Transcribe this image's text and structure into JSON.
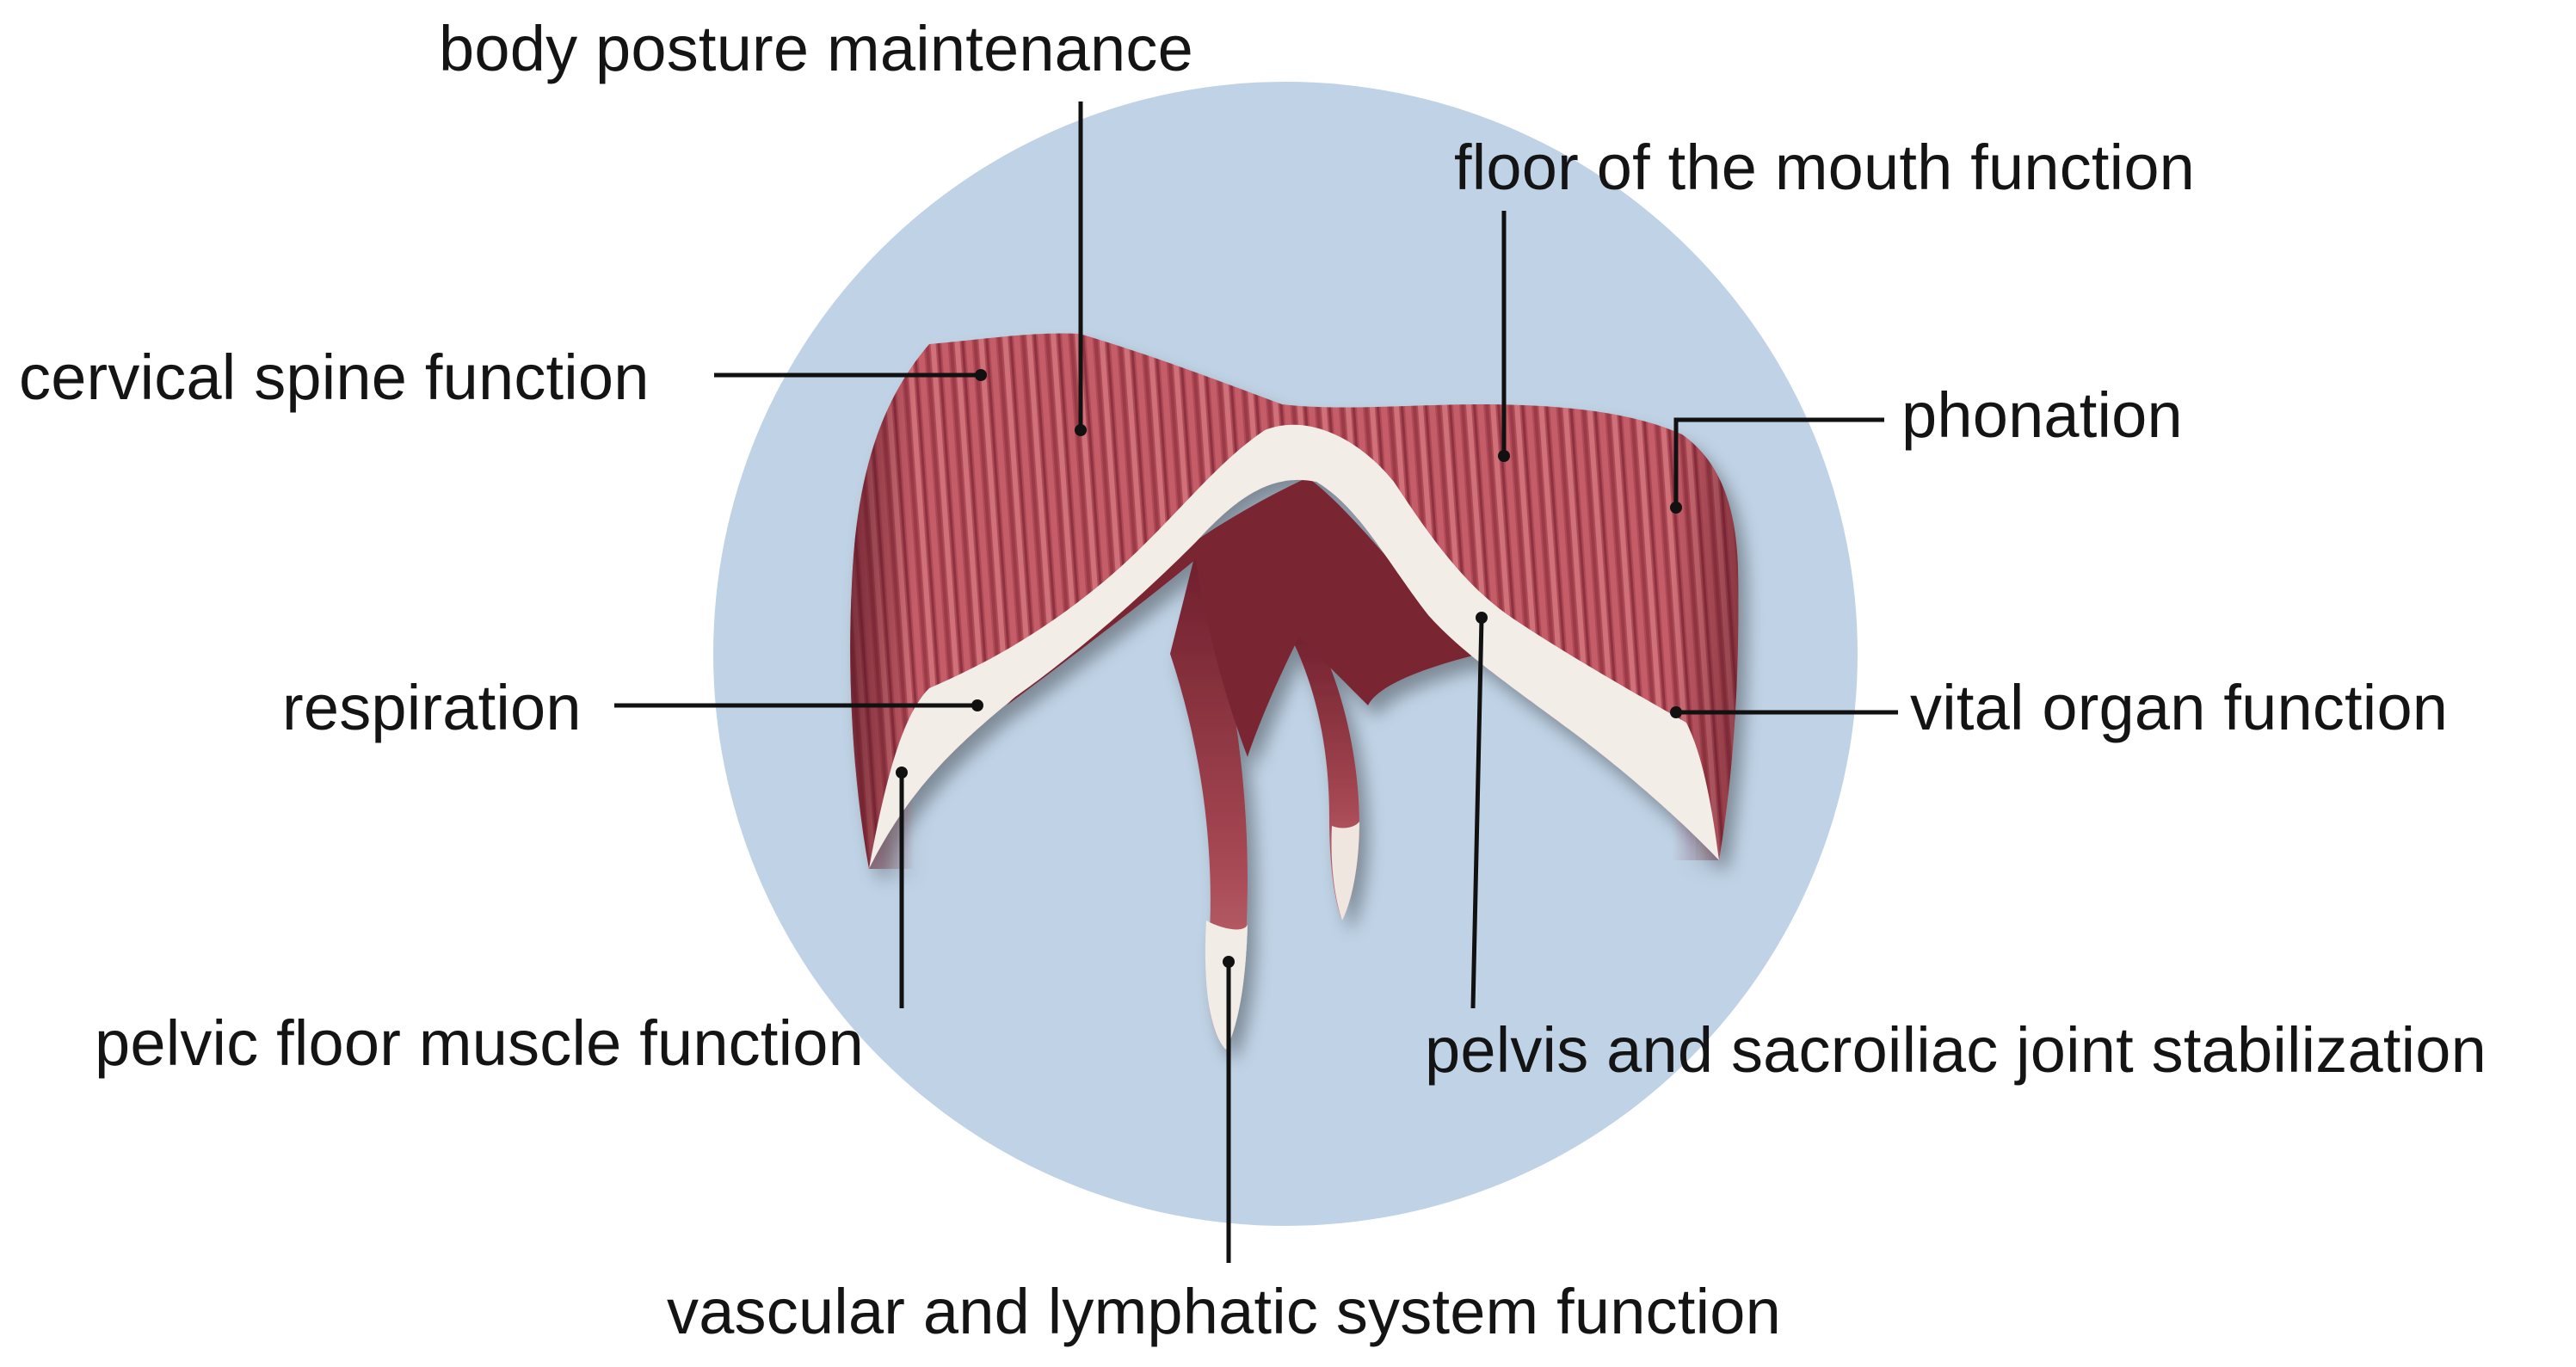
{
  "labels": {
    "body_posture": "body posture maintenance",
    "floor_of_mouth": "floor of the mouth function",
    "cervical_spine": "cervical spine function",
    "phonation": "phonation",
    "respiration": "respiration",
    "vital_organ": "vital organ function",
    "pelvic_floor": "pelvic floor muscle function",
    "pelvis_sacroiliac": "pelvis and sacroiliac joint stabilization",
    "vascular_lymphatic": "vascular and lymphatic system function"
  },
  "colors": {
    "background_circle": "#c0d3e6",
    "muscle_dark": "#8a2e3a",
    "muscle_mid": "#b4505c",
    "muscle_light": "#d97a80",
    "tendon": "#f3ede8",
    "leader_line": "#111111"
  }
}
